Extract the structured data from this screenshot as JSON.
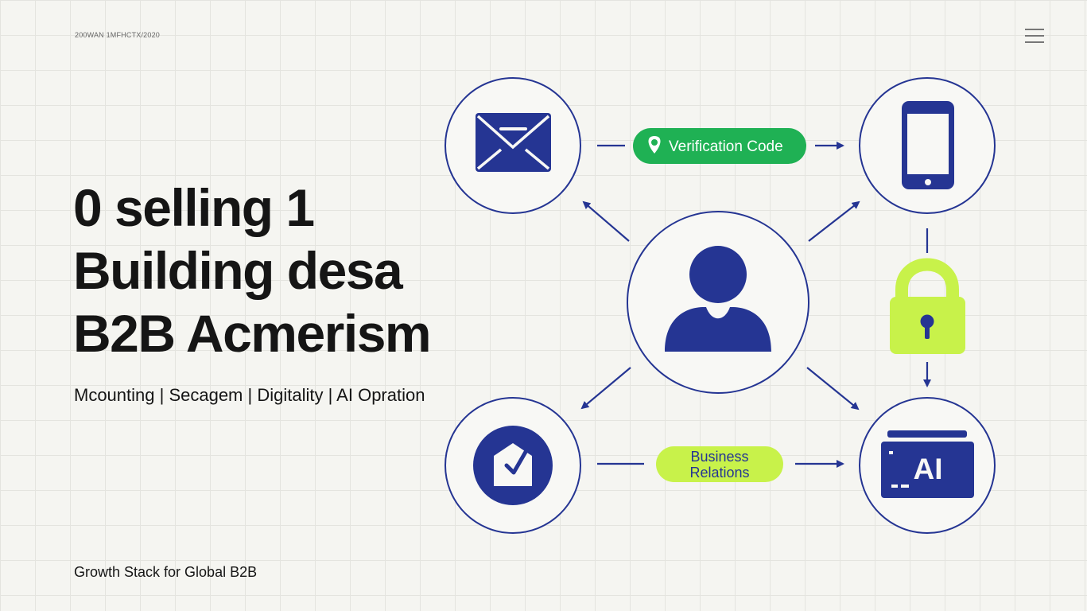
{
  "header": {
    "meta": "200WAN 1MFHCTX/2020",
    "menu_icon": "hamburger-menu-icon"
  },
  "headline": {
    "lines": [
      "0 selling 1",
      "Building desa",
      "B2B Acmerism"
    ]
  },
  "subline": "Mcounting | Secagem | Digitality | AI Opration",
  "footer": "Growth Stack for Global B2B",
  "diagram": {
    "pill_verification": {
      "label": "Verification Code",
      "icon": "location-pin-icon",
      "color": "#1fb154"
    },
    "pill_business": {
      "line1": "Business",
      "line2": "Relations",
      "color": "#c8f24a"
    },
    "ai_label": "AI",
    "nodes": [
      {
        "name": "email",
        "icon": "envelope-icon"
      },
      {
        "name": "phone",
        "icon": "smartphone-icon"
      },
      {
        "name": "user",
        "icon": "user-icon"
      },
      {
        "name": "inbox",
        "icon": "inbox-check-icon"
      },
      {
        "name": "ai",
        "icon": "ai-window-icon"
      },
      {
        "name": "lock",
        "icon": "padlock-icon"
      }
    ],
    "colors": {
      "navy": "#253593",
      "lime": "#c8f24a",
      "green": "#1fb154"
    }
  }
}
